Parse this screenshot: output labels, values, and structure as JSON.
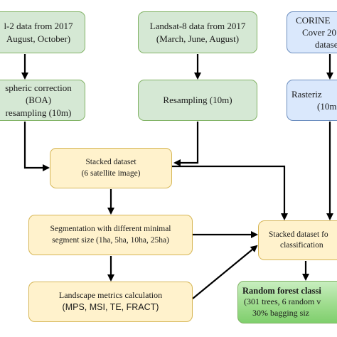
{
  "nodes": {
    "sentinel_data": {
      "line1": "l-2 data from 2017",
      "line2": "August, October)"
    },
    "landsat_data": {
      "line1": "Landsat-8 data from 2017",
      "line2": "(March, June, August)"
    },
    "corine": {
      "line1": "CORINE",
      "line2": "Cover 20",
      "line3": "datase"
    },
    "atmospheric": {
      "line1": "spheric correction",
      "line2": "(BOA)",
      "line3": "resampling (10m)"
    },
    "resampling": {
      "line1": "Resampling (10m)"
    },
    "rasterization": {
      "line1": "Rasteriz",
      "line2": "(10m"
    },
    "stacked": {
      "line1": "Stacked dataset",
      "line2": "(6 satellite image)"
    },
    "segmentation": {
      "line1": "Segmentation with different minimal",
      "line2": "segment size (1ha, 5ha, 10ha, 25ha)"
    },
    "stacked_class": {
      "line1": "Stacked dataset fo",
      "line2": "classification"
    },
    "landscape": {
      "line1": "Landscape metrics calculation",
      "line2": "(MPS, MSI, TE, FRACT)"
    },
    "random_forest": {
      "line1": "Random forest classi",
      "line2": "(301 trees, 6 random v",
      "line3": "30% bagging siz"
    }
  },
  "colors": {
    "input_green": "#d5e8d4",
    "input_blue": "#dae8fc",
    "process_yellow": "#fff2cc",
    "output_green": "#7fcf6d",
    "arrow": "#000000"
  }
}
